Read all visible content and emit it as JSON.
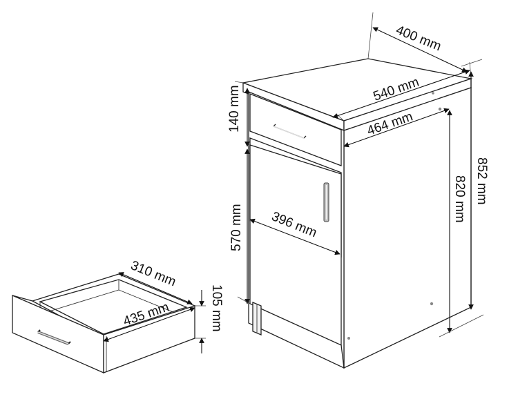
{
  "dimensions": {
    "cabinet_depth": "400 mm",
    "countertop_width": "540 mm",
    "cabinet_width": "464 mm",
    "drawer_front_height": "140 mm",
    "door_height": "570 mm",
    "door_width": "396 mm",
    "cabinet_body_height": "820 mm",
    "total_height": "852 mm",
    "drawer_inner_width": "310 mm",
    "drawer_inner_depth": "435 mm",
    "drawer_box_height": "105 mm"
  }
}
